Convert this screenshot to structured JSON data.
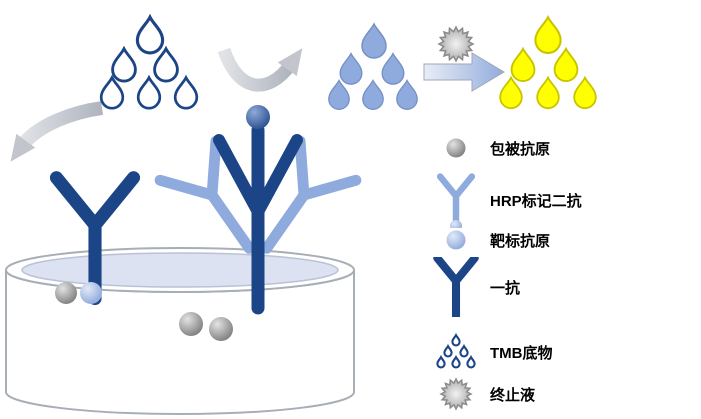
{
  "legend": {
    "items": [
      {
        "icon": "coated-antigen-sphere-icon",
        "label": "包被抗原"
      },
      {
        "icon": "hrp-secondary-antibody-icon",
        "label": "HRP标记二抗"
      },
      {
        "icon": "target-antigen-sphere-icon",
        "label": "靶标抗原"
      },
      {
        "icon": "primary-antibody-icon",
        "label": "一抗"
      },
      {
        "icon": "tmb-substrate-drops-icon",
        "label": "TMB底物"
      },
      {
        "icon": "stop-solution-burst-icon",
        "label": "终止液"
      }
    ]
  },
  "scene": {
    "icons": [
      "tmb-substrate-drops-cluster",
      "reaction-curved-arrow",
      "blue-product-drops-cluster",
      "stop-solution-burst",
      "step-arrow",
      "yellow-product-drops-cluster",
      "wash-curved-arrow",
      "assay-plate-well",
      "primary-antibody",
      "antibody-detection-complex",
      "coated-antigen-spheres"
    ]
  },
  "colors": {
    "dark_blue": "#1C4587",
    "light_blue": "#8FAADC",
    "pale_liquid": "#DCE2F1",
    "yellow": "#FFFF00",
    "yellow_stroke": "#C9C400",
    "sphere_gray": "#7F7F7F",
    "arrow_gray": "#C2C6CC",
    "plate_stroke": "#A8AEB6"
  }
}
